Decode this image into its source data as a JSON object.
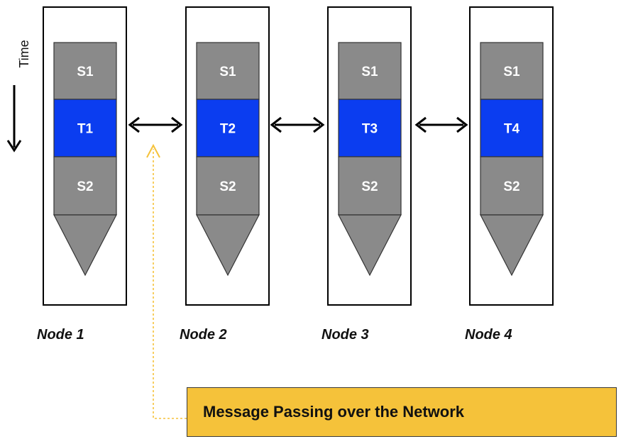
{
  "time_label": "Time",
  "nodes": [
    {
      "label": "Node 1",
      "segments": [
        "S1",
        "T1",
        "S2"
      ]
    },
    {
      "label": "Node 2",
      "segments": [
        "S1",
        "T2",
        "S2"
      ]
    },
    {
      "label": "Node 3",
      "segments": [
        "S1",
        "T3",
        "S2"
      ]
    },
    {
      "label": "Node 4",
      "segments": [
        "S1",
        "T4",
        "S2"
      ]
    }
  ],
  "callout": {
    "text": "Message Passing over the Network"
  },
  "colors": {
    "sync_segment": "#8a8a8a",
    "task_segment": "#0b3df0",
    "segment_text": "#ffffff",
    "arrow": "#000000",
    "callout_fill": "#f5c23a",
    "callout_pointer": "#f5c23a",
    "node_border": "#000000"
  }
}
